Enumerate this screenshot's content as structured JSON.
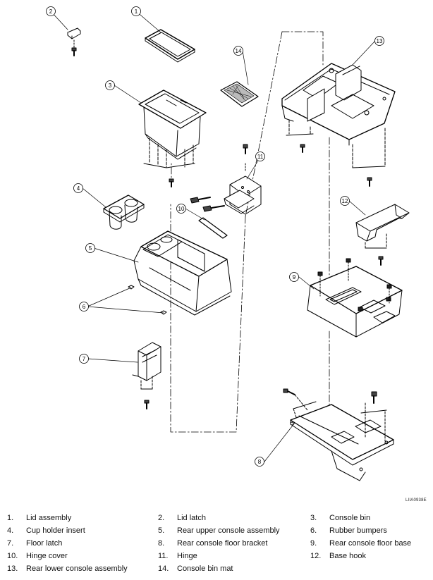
{
  "figure_code": "LIIA0938E",
  "callouts": [
    "1",
    "2",
    "3",
    "4",
    "5",
    "6",
    "7",
    "8",
    "9",
    "10",
    "11",
    "12",
    "13",
    "14"
  ],
  "legend": [
    {
      "num": "1.",
      "label": "Lid assembly"
    },
    {
      "num": "2.",
      "label": "Lid latch"
    },
    {
      "num": "3.",
      "label": "Console bin"
    },
    {
      "num": "4.",
      "label": "Cup holder insert"
    },
    {
      "num": "5.",
      "label": "Rear upper console assembly"
    },
    {
      "num": "6.",
      "label": "Rubber bumpers"
    },
    {
      "num": "7.",
      "label": "Floor latch"
    },
    {
      "num": "8.",
      "label": "Rear console floor bracket"
    },
    {
      "num": "9.",
      "label": "Rear console floor base"
    },
    {
      "num": "10.",
      "label": "Hinge cover"
    },
    {
      "num": "11.",
      "label": "Hinge"
    },
    {
      "num": "12.",
      "label": "Base hook"
    },
    {
      "num": "13.",
      "label": "Rear lower console assembly"
    },
    {
      "num": "14.",
      "label": "Console bin mat"
    }
  ]
}
